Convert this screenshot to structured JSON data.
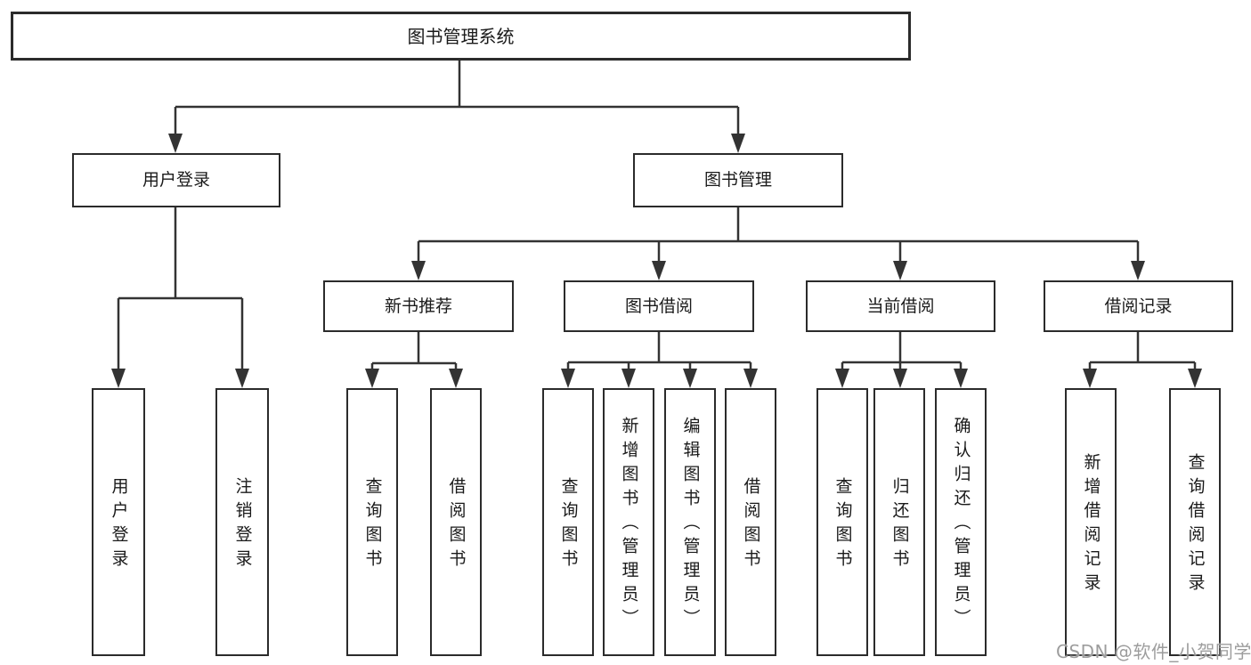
{
  "tree": {
    "label": "图书管理系统",
    "children": [
      {
        "label": "用户登录",
        "children": [
          {
            "label": "用户登录"
          },
          {
            "label": "注销登录"
          }
        ]
      },
      {
        "label": "图书管理",
        "children": [
          {
            "label": "新书推荐",
            "children": [
              {
                "label": "查询图书"
              },
              {
                "label": "借阅图书"
              }
            ]
          },
          {
            "label": "图书借阅",
            "children": [
              {
                "label": "查询图书"
              },
              {
                "label": "新增图书（管理员）"
              },
              {
                "label": "编辑图书（管理员）"
              },
              {
                "label": "借阅图书"
              }
            ]
          },
          {
            "label": "当前借阅",
            "children": [
              {
                "label": "查询图书"
              },
              {
                "label": "归还图书"
              },
              {
                "label": "确认归还（管理员）"
              }
            ]
          },
          {
            "label": "借阅记录",
            "children": [
              {
                "label": "新增借阅记录"
              },
              {
                "label": "查询借阅记录"
              }
            ]
          }
        ]
      }
    ]
  },
  "watermark": {
    "text": "CSDN @软件_小贺同学"
  },
  "colors": {
    "line": "#333333",
    "box_border": "#2b2b2b",
    "text": "#1a1a1a",
    "background": "#ffffff",
    "watermark": "#9d9d9d"
  }
}
